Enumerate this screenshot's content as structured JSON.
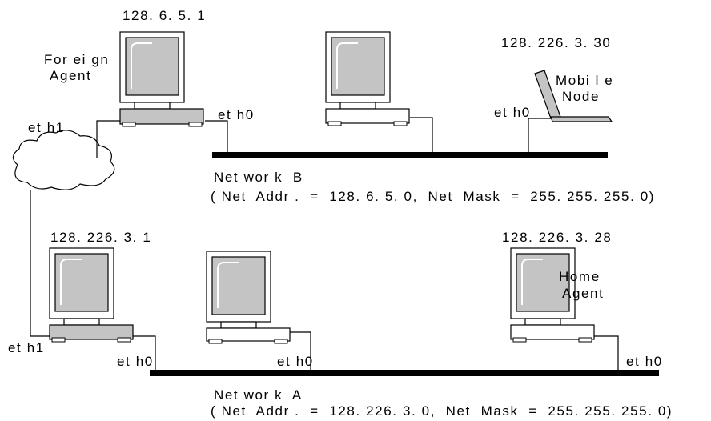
{
  "foreign_agent": {
    "ip": "128. 6. 5. 1",
    "label_line1": "For ei gn",
    "label_line2": "Agent"
  },
  "mobile_node": {
    "ip": "128. 226. 3. 30",
    "label_line1": "Mobi l e",
    "label_line2": "Node"
  },
  "router": {
    "ip": "128. 226. 3. 1"
  },
  "home_agent": {
    "ip": "128. 226. 3. 28",
    "label_line1": "Home",
    "label_line2": "Agent"
  },
  "interfaces": {
    "fa_eth0": "et h0",
    "fa_eth1": "et h1",
    "mn_eth0": "et h0",
    "router_eth1": "et h1",
    "router_eth0": "et h0",
    "host_a_eth0": "et h0",
    "ha_eth0": "et h0"
  },
  "network_b": {
    "name": "Net wor k  B",
    "details": "( Net  Addr .  =  128. 6. 5. 0,  Net  Mask  =  255. 255. 255. 0)"
  },
  "network_a": {
    "name": "Net wor k  A",
    "details": "( Net  Addr .  =  128. 226. 3. 0,  Net  Mask  =  255. 255. 255. 0)"
  }
}
